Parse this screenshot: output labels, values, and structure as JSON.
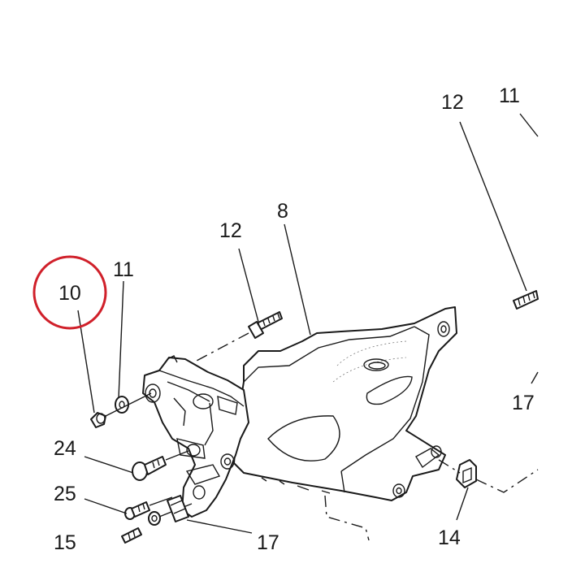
{
  "diagram": {
    "highlight_color": "#d0202a",
    "line_color": "#1a1a1a",
    "labels": {
      "part_8": "8",
      "part_10": "10",
      "part_11_left": "11",
      "part_11_right": "11",
      "part_12_left": "12",
      "part_12_right": "12",
      "part_14": "14",
      "part_15": "15",
      "part_17_bottom": "17",
      "part_17_right": "17",
      "part_24": "24",
      "part_25": "25"
    }
  }
}
